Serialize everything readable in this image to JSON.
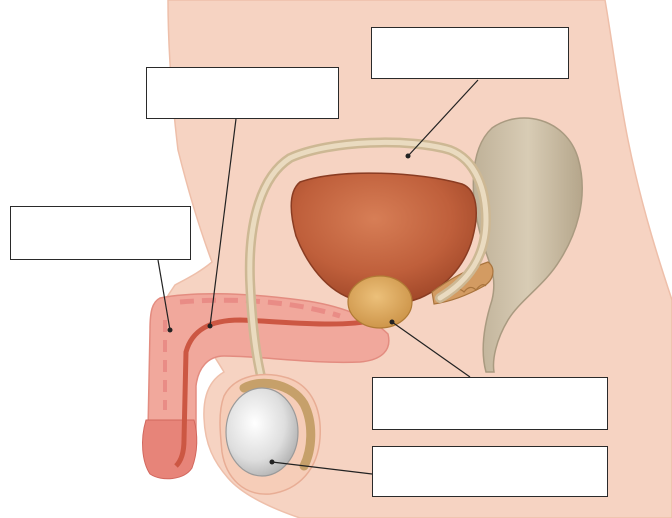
{
  "diagram": {
    "label_boxes": [
      {
        "id": "box-1",
        "text": ""
      },
      {
        "id": "box-2",
        "text": ""
      },
      {
        "id": "box-3",
        "text": ""
      },
      {
        "id": "box-4",
        "text": ""
      },
      {
        "id": "box-5",
        "text": ""
      }
    ],
    "colors": {
      "skin": "#f6d3c2",
      "skin_edge": "#eab9a3",
      "bladder": "#bf5f3b",
      "rectum": "#cfc2ab",
      "duct": "#e1cfb2",
      "testis": "#d9d9d9",
      "urethra_tissue": "#e98c86",
      "leader": "#222222"
    }
  }
}
